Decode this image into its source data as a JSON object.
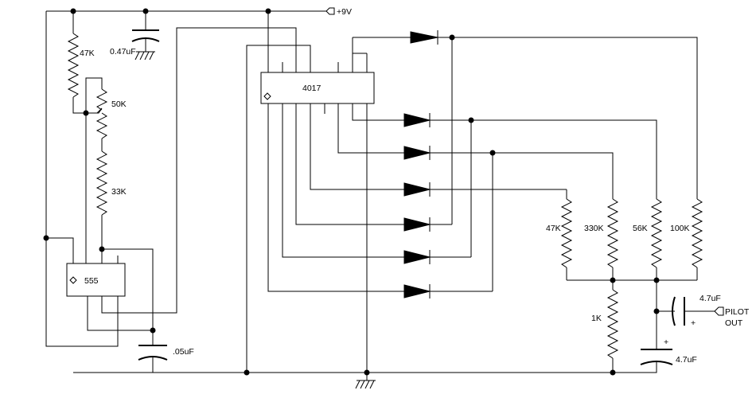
{
  "supply": {
    "label": "+9V"
  },
  "chips": {
    "timer": {
      "label": "555"
    },
    "counter": {
      "label": "4017"
    }
  },
  "components": {
    "r_47k_top": "47K",
    "c_047uf": "0.47uF",
    "r_50k": "50K",
    "r_33k": "33K",
    "c_05uf": ".05uF",
    "r_47k_mix": "47K",
    "r_330k": "330K",
    "r_56k": "56K",
    "r_100k": "100K",
    "r_1k": "1K",
    "c_out": "4.7uF",
    "c_out_polarity": "+",
    "c_bottom": "4.7uF",
    "c_bottom_polarity": "+"
  },
  "output": {
    "line1": "PILOT",
    "line2": "OUT"
  },
  "colors": {
    "ink": "#000000",
    "paper": "#ffffff"
  }
}
